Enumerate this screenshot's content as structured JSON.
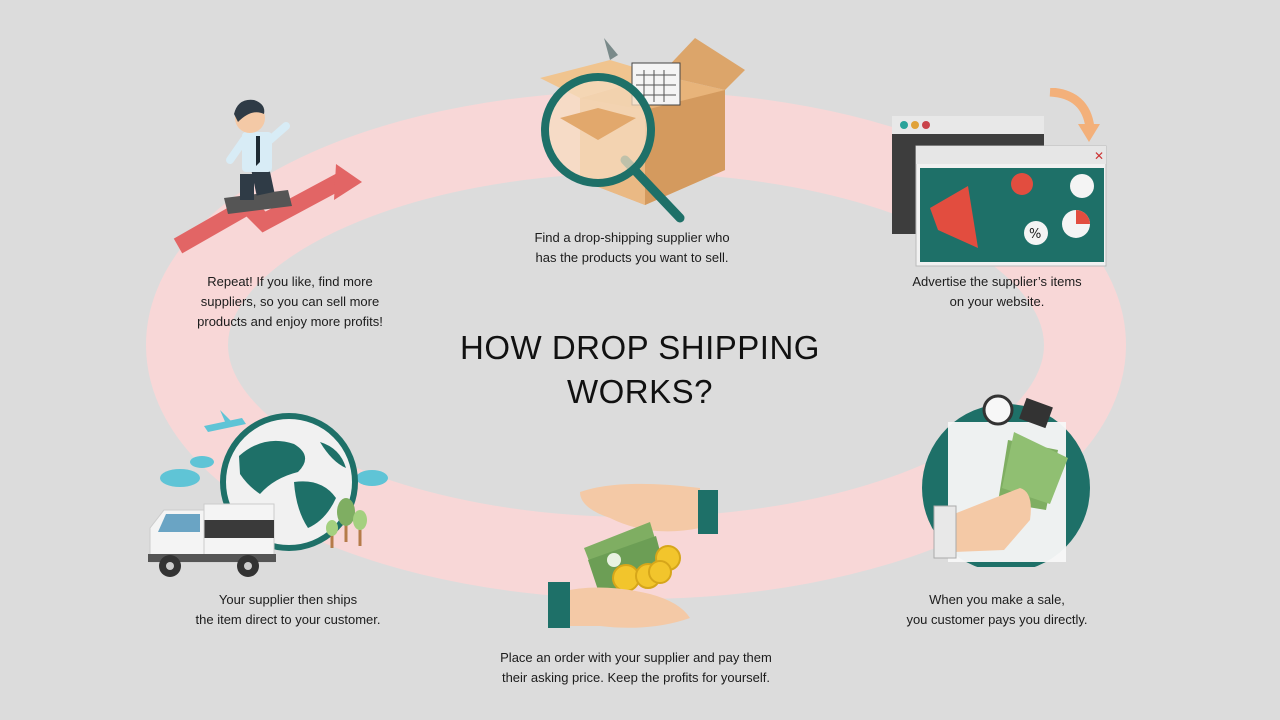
{
  "title": {
    "line1": "HOW DROP SHIPPING",
    "line2": "WORKS?"
  },
  "steps": [
    {
      "icon": "magnifier-box-icon",
      "line1": "Find a drop-shipping supplier who",
      "line2": "has the products you want to sell."
    },
    {
      "icon": "advertise-window-icon",
      "line1": "Advertise the supplier’s items",
      "line2": "on your website."
    },
    {
      "icon": "hand-money-bag-icon",
      "line1": "When you make a sale,",
      "line2": "you customer pays you directly."
    },
    {
      "icon": "hands-money-icon",
      "line1": "Place an order with your supplier and pay them",
      "line2": "their asking price. Keep the profits for yourself."
    },
    {
      "icon": "truck-globe-icon",
      "line1": "Your supplier then ships",
      "line2": "the item direct to your customer."
    },
    {
      "icon": "businessman-arrow-icon",
      "line1": "Repeat! If you like, find more",
      "line2": "suppliers, so you can sell more",
      "line3": "products and enjoy more profits!"
    }
  ],
  "colors": {
    "background": "#dcdcdc",
    "ring": "#f8d7d7",
    "teal": "#1e7068",
    "money": "#7fae62",
    "arrow": "#e26565",
    "box": "#e8b47a"
  }
}
